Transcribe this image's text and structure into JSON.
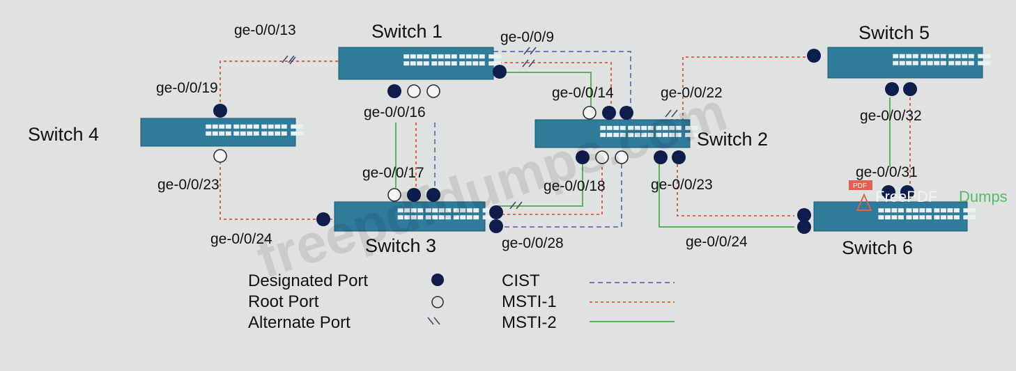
{
  "colors": {
    "background": "#d9dcdb",
    "switch_body": "#2f7b9a",
    "switch_port": "#e9f1f4",
    "designated": "#0f1d4d",
    "cist": "#6a7fb4",
    "msti1": "#e2604d",
    "msti2": "#59b45c"
  },
  "switches": [
    {
      "id": "sw1",
      "name": "Switch 1"
    },
    {
      "id": "sw2",
      "name": "Switch 2"
    },
    {
      "id": "sw3",
      "name": "Switch 3"
    },
    {
      "id": "sw4",
      "name": "Switch 4"
    },
    {
      "id": "sw5",
      "name": "Switch 5"
    },
    {
      "id": "sw6",
      "name": "Switch 6"
    }
  ],
  "port_labels": {
    "sw1_ge13": "ge-0/0/13",
    "sw1_ge9": "ge-0/0/9",
    "sw1_ge16": "ge-0/0/16",
    "sw4_ge19": "ge-0/0/19",
    "sw4_ge23": "ge-0/0/23",
    "sw2_ge14": "ge-0/0/14",
    "sw2_ge22": "ge-0/0/22",
    "sw2_ge18": "ge-0/0/18",
    "sw2_ge23": "ge-0/0/23",
    "sw3_ge17": "ge-0/0/17",
    "sw3_ge24": "ge-0/0/24",
    "sw3_ge28": "ge-0/0/28",
    "sw5_ge32": "ge-0/0/32",
    "sw6_ge31": "ge-0/0/31",
    "sw6_ge24": "ge-0/0/24"
  },
  "legend": {
    "ports": [
      {
        "label": "Designated Port",
        "symbol": "filled-circle-icon"
      },
      {
        "label": "Root Port",
        "symbol": "hollow-circle-icon"
      },
      {
        "label": "Alternate Port",
        "symbol": "double-slash-icon"
      }
    ],
    "instances": [
      {
        "label": "CIST",
        "style": "dashed-blue"
      },
      {
        "label": "MSTI-1",
        "style": "dashed-red"
      },
      {
        "label": "MSTI-2",
        "style": "solid-green"
      }
    ]
  },
  "watermark": {
    "text": "freepdfdumps.com",
    "logo_badge": "PDF",
    "logo_free": "FreePDF",
    "logo_dumps": "Dumps"
  }
}
